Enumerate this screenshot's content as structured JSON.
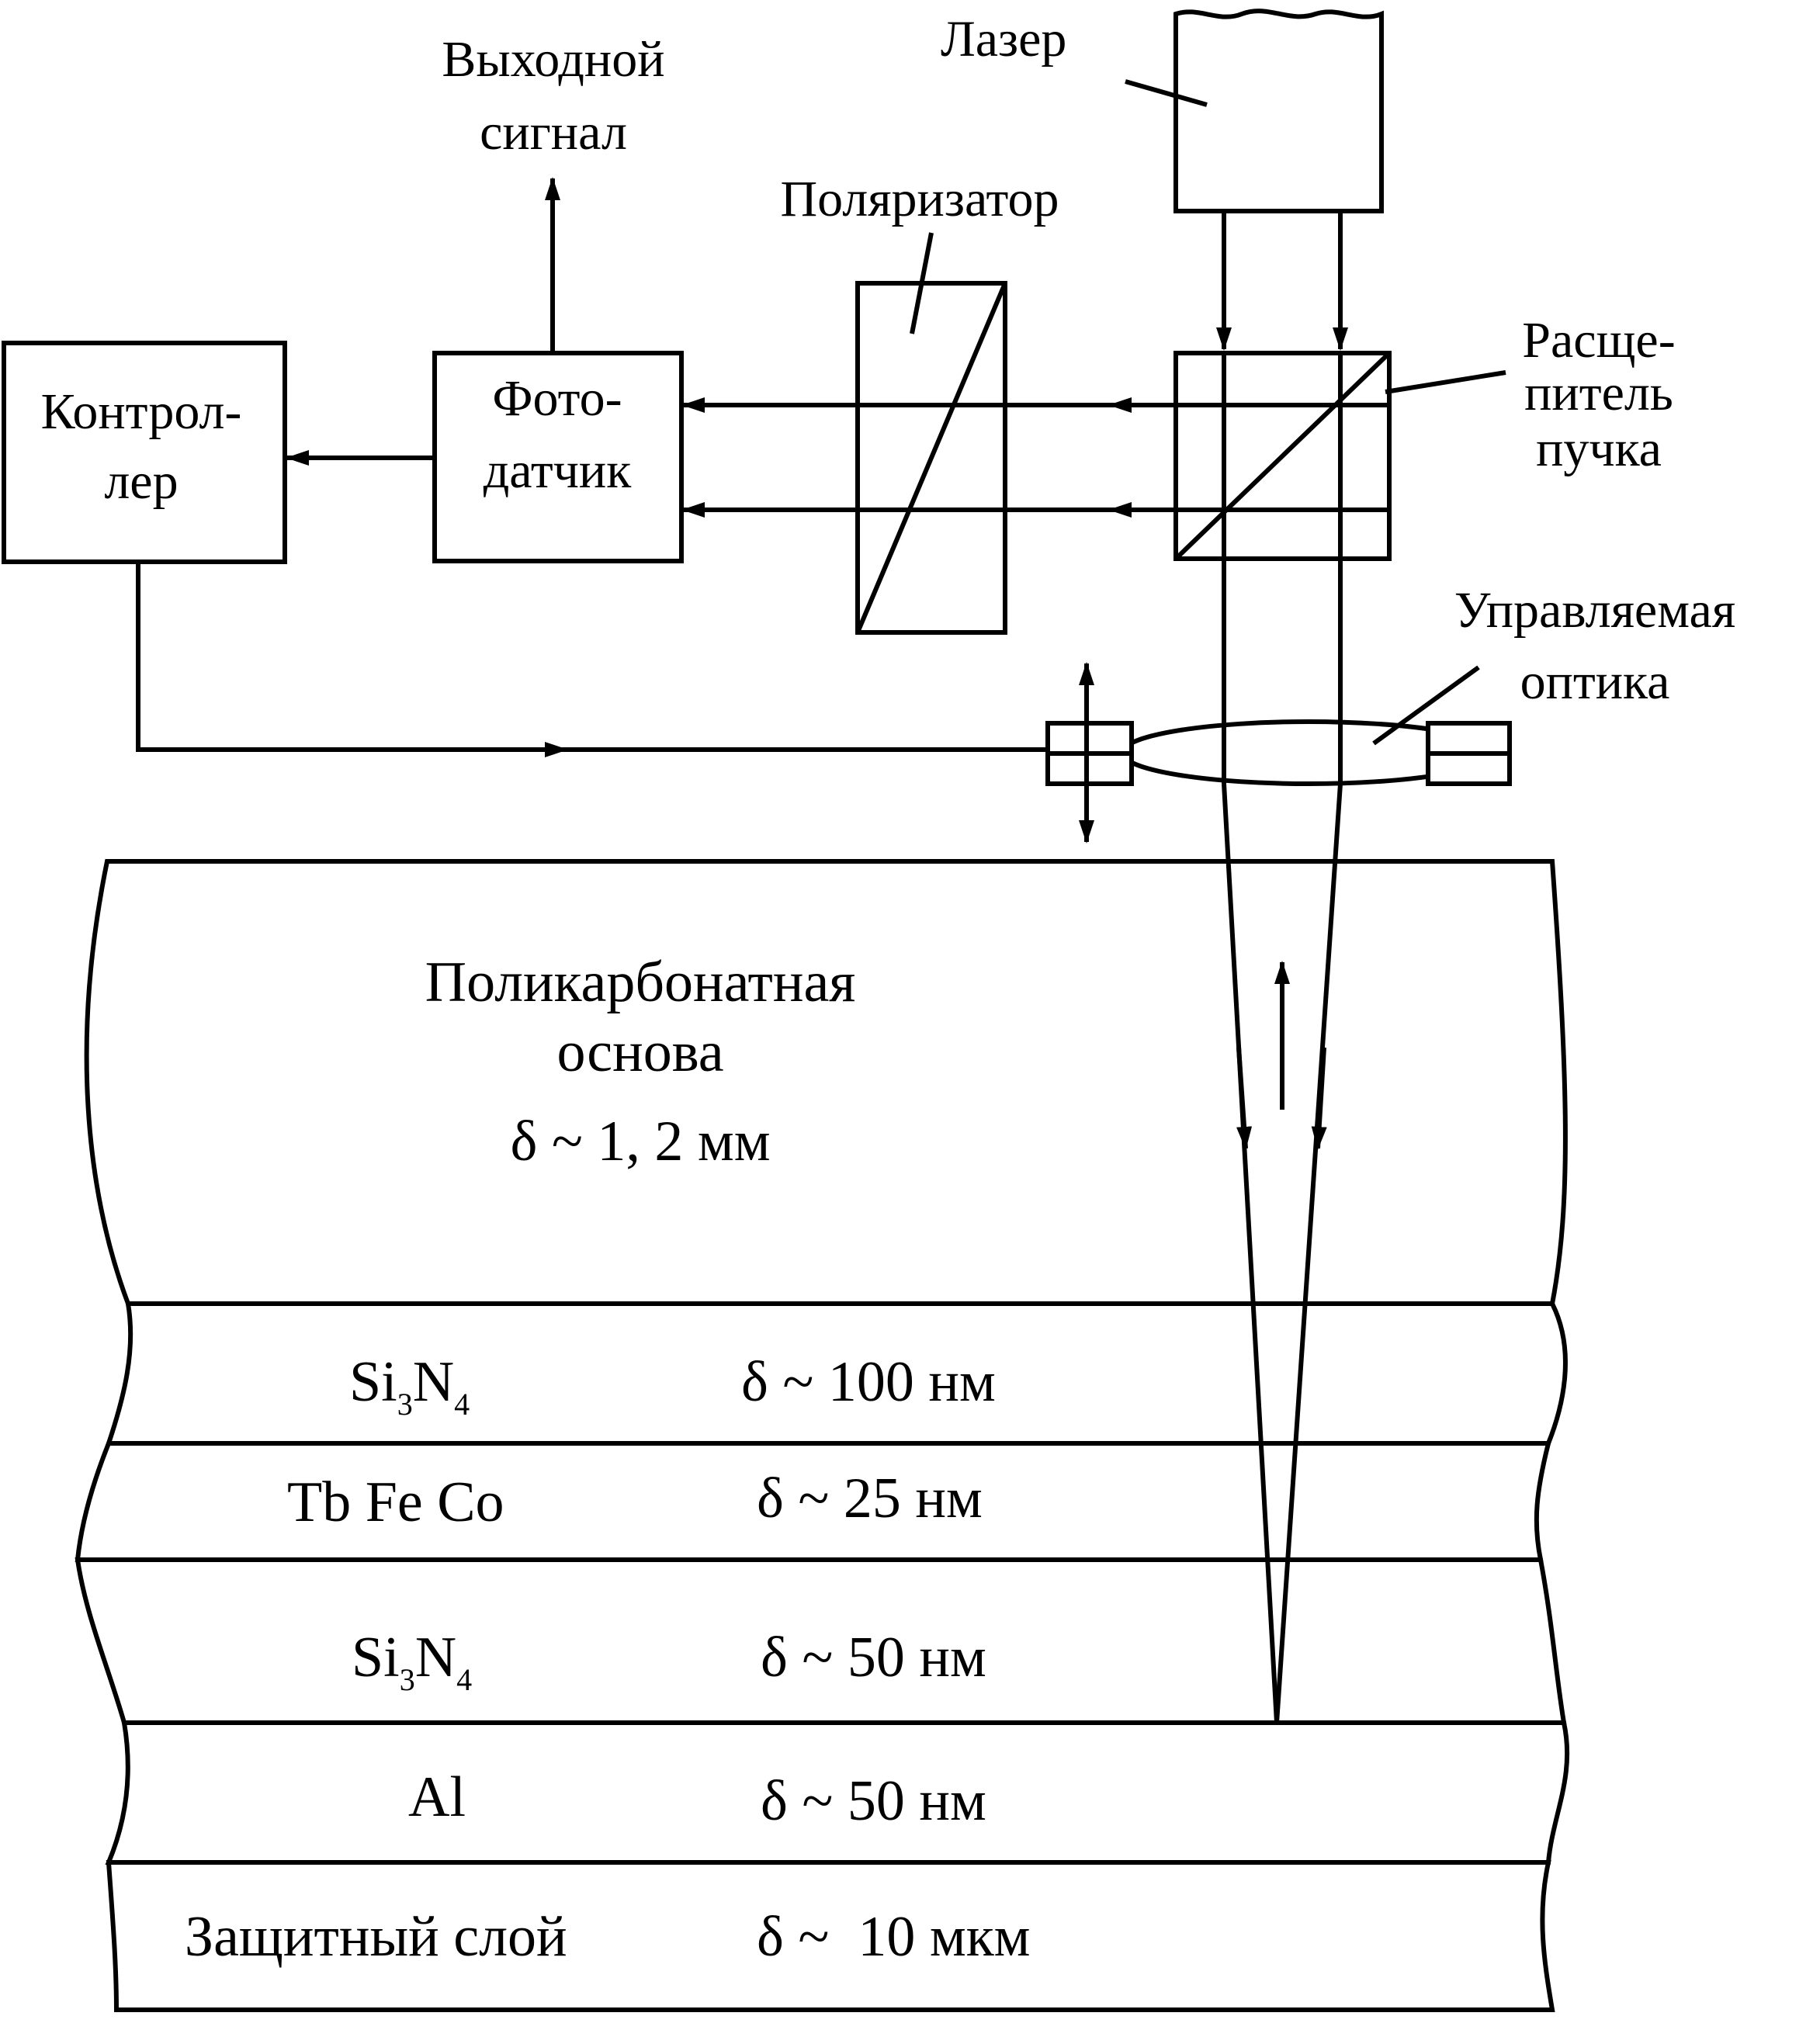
{
  "colors": {
    "stroke": "#000000",
    "background": "#ffffff",
    "mo_layer": "#bdbdbd",
    "al_layer": "#a9a9a9"
  },
  "labels": {
    "laser": "Лазер",
    "output_line1": "Выходной",
    "output_line2": "сигнал",
    "polarizer": "Поляризатор",
    "splitter_line1": "Расще-",
    "splitter_line2": "питель",
    "splitter_line3": "пучка",
    "controller_line1": "Контрол-",
    "controller_line2": "лер",
    "photo_line1": "Фото-",
    "photo_line2": "датчик",
    "optics_line1": "Управляемая",
    "optics_line2": "оптика"
  },
  "layers": {
    "substrate": {
      "line1": "Поликарбонатная",
      "line2": "основа",
      "thickness": "δ ~ 1, 2 мм"
    },
    "si3n4_top": {
      "material_base": "Si",
      "sub1": "3",
      "mid": "N",
      "sub2": "4",
      "thickness": "δ ~ 100 нм"
    },
    "tbfeco": {
      "material": "Tb Fe Co",
      "thickness": "δ ~ 25 нм"
    },
    "si3n4_bottom": {
      "material_base": "Si",
      "sub1": "3",
      "mid": "N",
      "sub2": "4",
      "thickness": "δ ~ 50 нм"
    },
    "al": {
      "material": "Al",
      "thickness": "δ ~ 50 нм"
    },
    "protective": {
      "material": "Защитный слой",
      "thickness": "δ ~  10 мкм"
    }
  }
}
